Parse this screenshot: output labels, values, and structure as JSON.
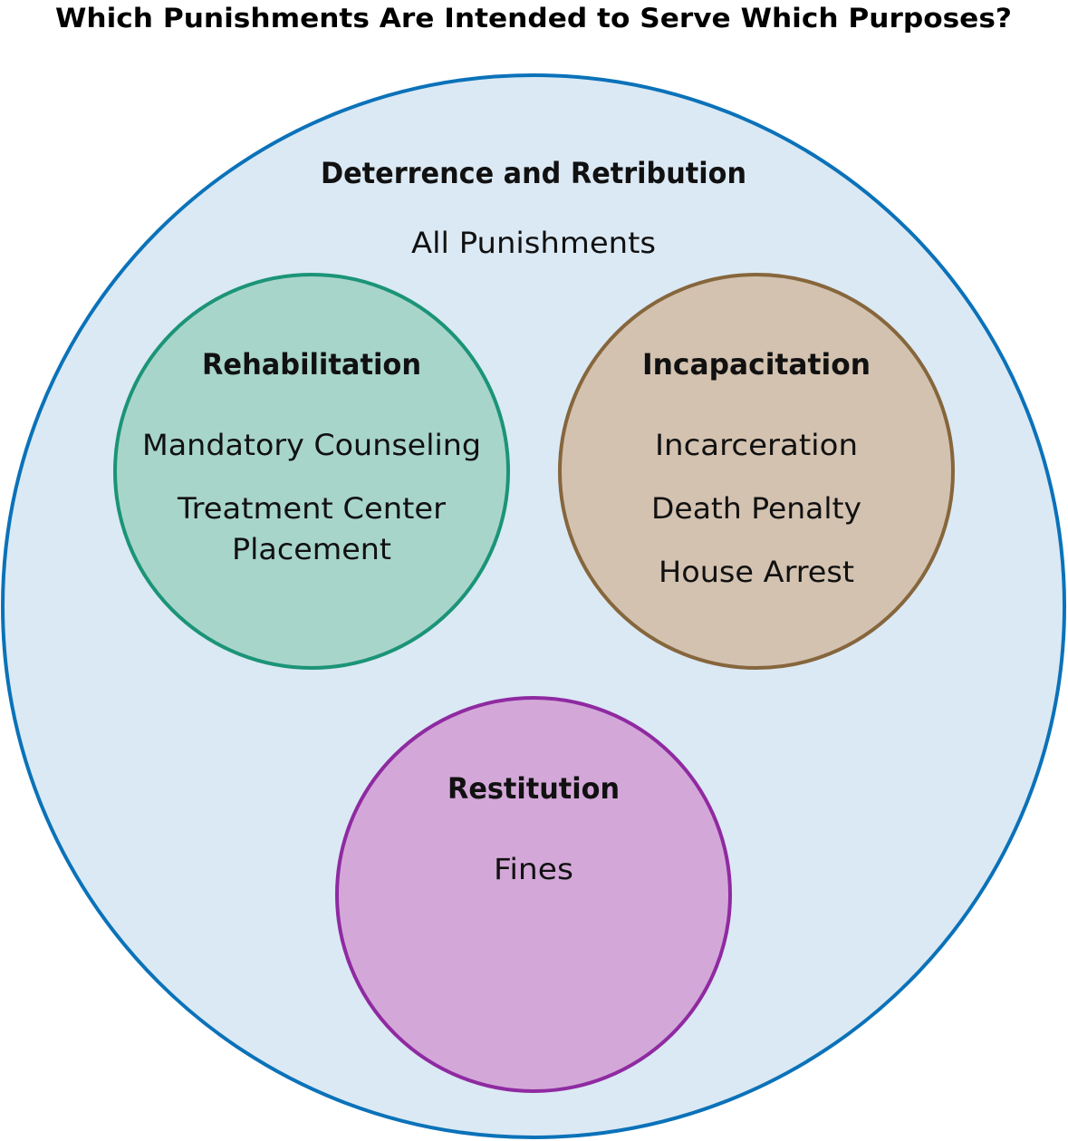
{
  "title": "Which Punishments Are Intended to Serve Which Purposes?",
  "outer": {
    "heading": "Deterrence and Retribution",
    "items": [
      "All Punishments"
    ],
    "fill": "#dbe9f4",
    "stroke": "#0b72b9"
  },
  "circles": [
    {
      "heading": "Rehabilitation",
      "items": [
        "Mandatory Counseling",
        "Treatment Center",
        "Placement"
      ],
      "fill": "#a8d5ca",
      "stroke": "#1b9477"
    },
    {
      "heading": "Incapacitation",
      "items": [
        "Incarceration",
        "Death Penalty",
        "House Arrest"
      ],
      "fill": "#d3c2b0",
      "stroke": "#86663c"
    },
    {
      "heading": "Restitution",
      "items": [
        "Fines"
      ],
      "fill": "#d3a8d8",
      "stroke": "#8f2aa1"
    }
  ]
}
